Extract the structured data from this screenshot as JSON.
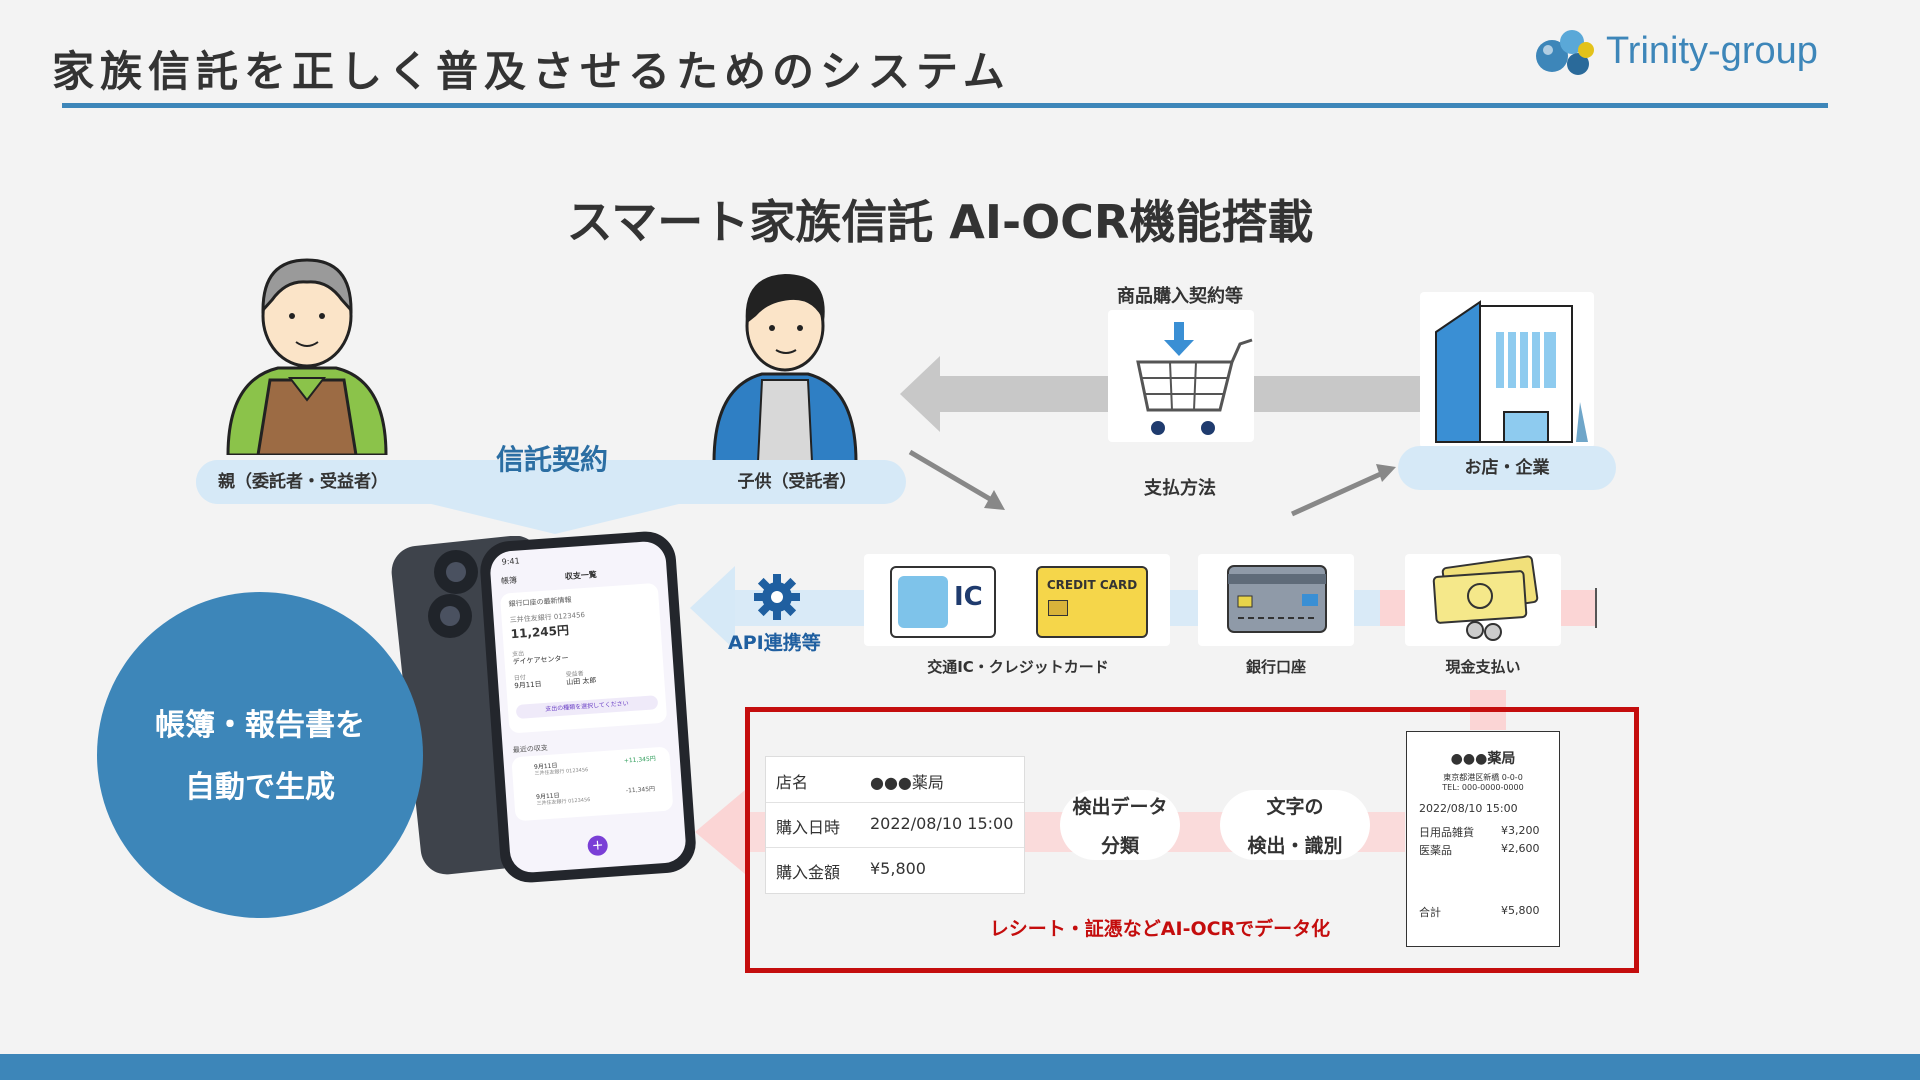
{
  "header": {
    "title": "家族信託を正しく普及させるためのシステム",
    "logo_text": "Trinity-group"
  },
  "diagram": {
    "subtitle": "スマート家族信託 AI-OCR機能搭載",
    "parent_label": "親（委託者・受益者）",
    "child_label": "子供（受託者）",
    "trust_contract": "信託契約",
    "purchase_label": "商品購入契約等",
    "payment_method": "支払方法",
    "store_label": "お店・企業",
    "api_label": "API連携等",
    "ic_label": "交通IC・クレジットカード",
    "bank_label": "銀行口座",
    "cash_label": "現金支払い",
    "ic_card_text": "IC",
    "credit_card_text": "CREDIT CARD",
    "circle_line1": "帳簿・報告書を",
    "circle_line2": "自動で生成",
    "step1_line1": "検出データ",
    "step1_line2": "分類",
    "step2_line1": "文字の",
    "step2_line2": "検出・識別",
    "ocr_caption": "レシート・証憑などAI-OCRでデータ化"
  },
  "ocr_table": [
    {
      "key": "店名",
      "value": "●●●薬局"
    },
    {
      "key": "購入日時",
      "value": "2022/08/10 15:00"
    },
    {
      "key": "購入金額",
      "value": "¥5,800"
    }
  ],
  "receipt": {
    "store": "●●●薬局",
    "address": "東京都港区新橋 0-0-0",
    "tel": "TEL: 000-0000-0000",
    "date": "2022/08/10 15:00",
    "items": [
      {
        "name": "日用品雑貨",
        "price": "¥3,200"
      },
      {
        "name": "医薬品",
        "price": "¥2,600"
      }
    ],
    "total_label": "合計",
    "total_value": "¥5,800"
  },
  "phone": {
    "time": "9:41",
    "header_left": "帳簿",
    "header_title": "収支一覧",
    "balance_caption": "銀行口座の最新情報",
    "bank_name": "三井住友銀行 0123456",
    "balance": "11,245円",
    "field1_label": "支出",
    "field1_value": "デイケアセンター",
    "field2_label": "日付",
    "field2_value": "9月11日",
    "field3_label": "受益者",
    "field3_value": "山田 太郎",
    "link_text": "支出の種類を選択してください",
    "recent_label": "最近の収支",
    "tx1_date": "9月11日",
    "tx1_amount": "+11,345円",
    "tx2_date": "9月11日",
    "tx2_amount": "-11,345円",
    "tx_bank": "三井住友銀行 0123456"
  },
  "colors": {
    "accent_blue": "#3d86b9",
    "light_blue": "#d6e9f7",
    "ocr_red": "#c40d0d",
    "arrow_gray": "#c8c8c8"
  }
}
